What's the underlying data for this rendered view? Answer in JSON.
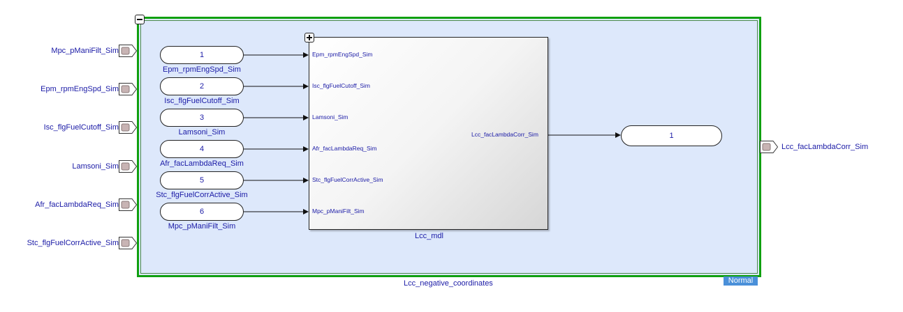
{
  "inports": [
    {
      "label": "Mpc_pManiFilt_Sim"
    },
    {
      "label": "Epm_rpmEngSpd_Sim"
    },
    {
      "label": "Isc_flgFuelCutoff_Sim"
    },
    {
      "label": "Lamsoni_Sim"
    },
    {
      "label": "Afr_facLambdaReq_Sim"
    },
    {
      "label": "Stc_flgFuelCorrActive_Sim"
    }
  ],
  "outport": {
    "label": "Lcc_facLambdaCorr_Sim"
  },
  "from_blocks": [
    {
      "number": "1",
      "tag": "Epm_rpmEngSpd_Sim"
    },
    {
      "number": "2",
      "tag": "Isc_flgFuelCutoff_Sim"
    },
    {
      "number": "3",
      "tag": "Lamsoni_Sim"
    },
    {
      "number": "4",
      "tag": "Afr_facLambdaReq_Sim"
    },
    {
      "number": "5",
      "tag": "Stc_flgFuelCorrActive_Sim"
    },
    {
      "number": "6",
      "tag": "Mpc_pManiFilt_Sim"
    }
  ],
  "model_block": {
    "name": "Lcc_mdl",
    "inputs": [
      "Epm_rpmEngSpd_Sim",
      "Isc_flgFuelCutoff_Sim",
      "Lamsoni_Sim",
      "Afr_facLambdaReq_Sim",
      "Stc_flgFuelCorrActive_Sim",
      "Mpc_pManiFilt_Sim"
    ],
    "output": "Lcc_facLambdaCorr_Sim"
  },
  "goto_block": {
    "number": "1"
  },
  "subsystem": {
    "name": "Lcc_negative_coordinates",
    "mode_badge": "Normal"
  },
  "colors": {
    "border": "#10a010",
    "background": "#dde8fb",
    "text": "#1a1aa6",
    "badge": "#4a90d9"
  }
}
